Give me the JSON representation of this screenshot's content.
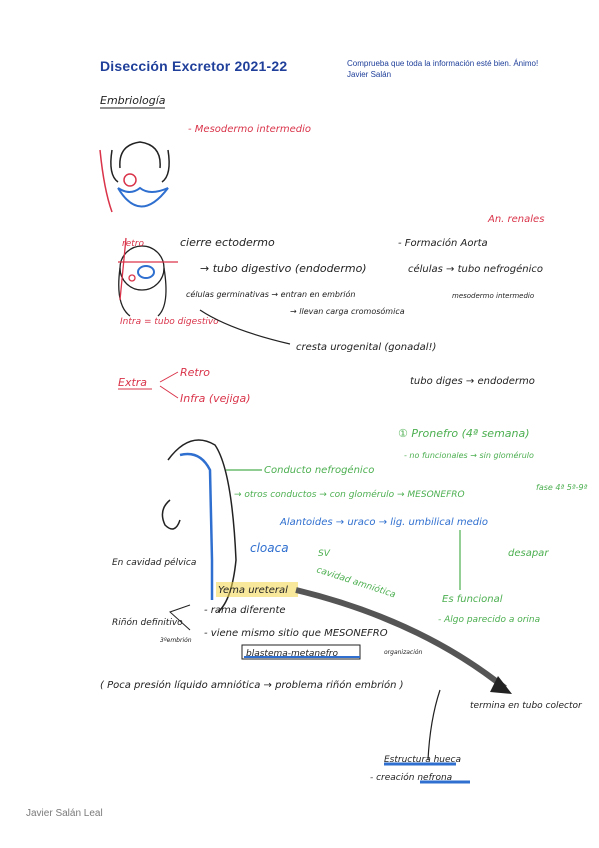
{
  "header": {
    "title": "Disección Excretor 2021-22",
    "note_line1": "Comprueba que toda la información esté bien. Ánimo!",
    "note_line2": "Javier Salán"
  },
  "section_heading": "Embriología",
  "notes": {
    "mesodermo": "- Mesodermo intermedio",
    "retro": "retro",
    "cierre": "cierre ectodermo",
    "tubo_digestivo": "→ tubo digestivo (endodermo)",
    "celulas_germ": "células germinativas → entran en embrión",
    "carga": "→ llevan carga cromosómica",
    "intra": "Intra = tubo digestivo",
    "cresta": "cresta urogenital (gonadal!)",
    "formacion": "- Formación Aorta",
    "an_renales": "An. renales",
    "celulas_tubo": "células → tubo nefrogénico",
    "meso_inter": "mesodermo intermedio",
    "extra": "Extra",
    "retro2": "Retro",
    "infra": "Infra (vejiga)",
    "tubo_dig2": "tubo diges → endodermo",
    "pronefro": "① Pronefro (4ª semana)",
    "no_func": "- no funcionales → sin glomérulo",
    "conducto": "Conducto nefrogénico",
    "otros": "→ otros conductos → con glomérulo → MESONEFRO",
    "fase": "fase 4ª 5ª-9ª",
    "alantoides": "Alantoides → uraco → lig. umbilical medio",
    "desapar": "desapar",
    "cloaca": "cloaca",
    "sv": "SV",
    "cavidad_amn": "cavidad amniótica",
    "es_func": "Es funcional",
    "algo": "- Algo parecido a orina",
    "en_cavidad": "En cavidad pélvica",
    "yema": "Yema ureteral",
    "rama": "- rama diferente",
    "viene": "- viene mismo sitio que MESONEFRO",
    "blastema": "blastema-metanefro",
    "organizacion": "organización",
    "rinon": "Riñón definitivo",
    "3_embrion": "3ºembrión",
    "poca": "( Poca presión líquido amniótica → problema riñón embrión )",
    "termina": "termina en tubo colector",
    "estructura": "Estructura hueca",
    "creacion": "- creación nefrona"
  },
  "footer": {
    "author": "Javier Salán Leal"
  },
  "colors": {
    "title": "#1f3f9a",
    "ink": "#222222",
    "red": "#d9344a",
    "green": "#4caf50",
    "blue": "#2f6fcf",
    "yellow": "#f2d64b"
  }
}
